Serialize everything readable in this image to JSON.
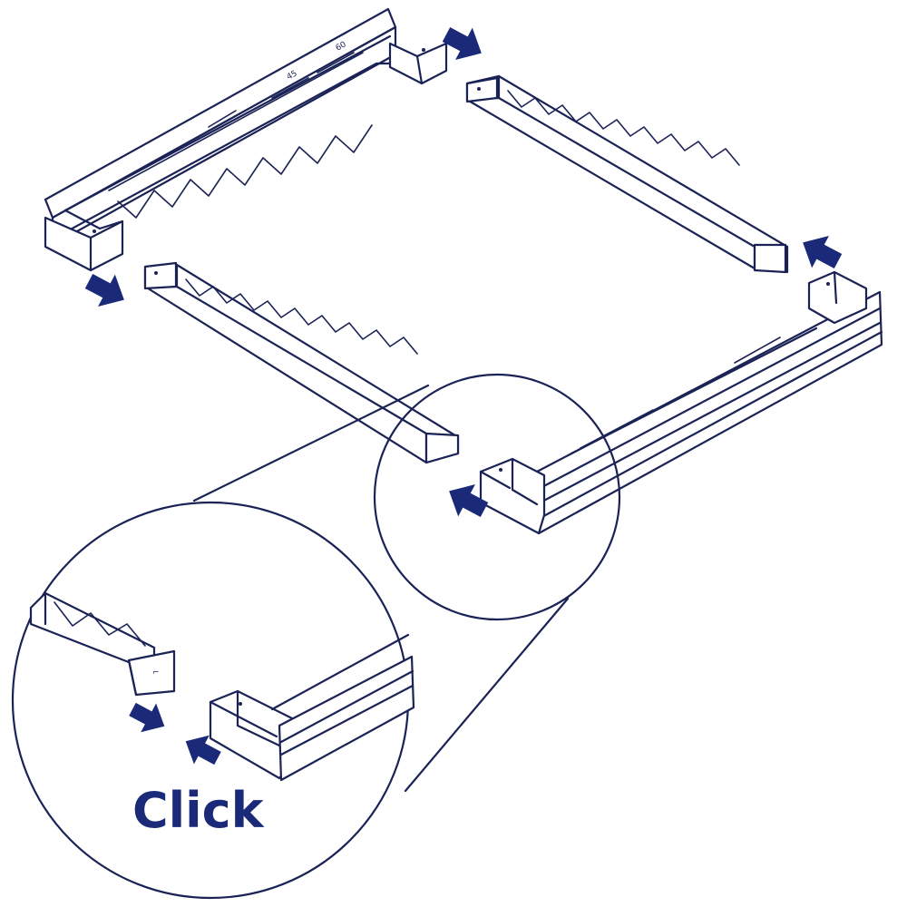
{
  "callout_text": "Click",
  "scale_marks": {
    "mark_45": "45",
    "mark_60": "60"
  },
  "colors": {
    "line": "#1b2356",
    "arrow": "#1a2a78",
    "background": "#ffffff"
  },
  "icons": [
    "arrow-icon",
    "magnifier-circle"
  ]
}
